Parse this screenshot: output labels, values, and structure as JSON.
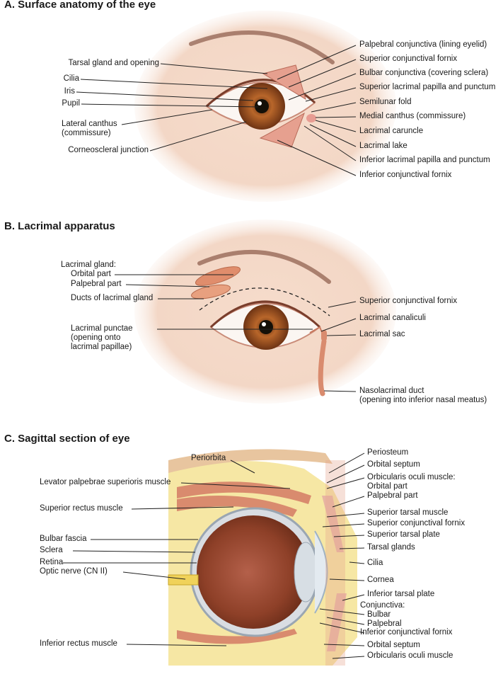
{
  "panels": {
    "a": {
      "title": "A. Surface anatomy of the eye",
      "left_labels": [
        "Tarsal gland and opening",
        "Cilia",
        "Iris",
        "Pupil",
        "Lateral canthus",
        "(commissure)",
        "Corneoscleral junction"
      ],
      "right_labels": [
        "Palpebral conjunctiva (lining eyelid)",
        "Superior conjunctival fornix",
        "Bulbar conjunctiva (covering sclera)",
        "Superior lacrimal papilla and punctum",
        "Semilunar fold",
        "Medial canthus (commissure)",
        "Lacrimal caruncle",
        "Lacrimal lake",
        "Inferior lacrimal papilla and punctum",
        "Inferior conjunctival fornix"
      ]
    },
    "b": {
      "title": "B. Lacrimal apparatus",
      "left_labels": [
        "Lacrimal gland:",
        "Orbital part",
        "Palpebral part",
        "Ducts of lacrimal gland",
        "Lacrimal punctae",
        "(opening onto",
        "lacrimal papillae)"
      ],
      "right_labels": [
        "Superior conjunctival fornix",
        "Lacrimal canaliculi",
        "Lacrimal sac",
        "Nasolacrimal duct",
        "(opening into inferior nasal meatus)"
      ]
    },
    "c": {
      "title": "C. Sagittal section of eye",
      "left_labels": [
        "Periorbita",
        "Levator palpebrae superioris muscle",
        "Superior rectus muscle",
        "Bulbar fascia",
        "Sclera",
        "Retina",
        "Optic nerve (CN II)",
        "Inferior rectus muscle"
      ],
      "right_labels": [
        "Periosteum",
        "Orbital septum",
        "Orbicularis oculi muscle:",
        "Orbital part",
        "Palpebral part",
        "Superior tarsal muscle",
        "Superior conjunctival fornix",
        "Superior tarsal plate",
        "Tarsal glands",
        "Cilia",
        "Cornea",
        "Inferior tarsal plate",
        "Conjunctiva:",
        "Bulbar",
        "Palpebral",
        "Inferior conjunctival fornix",
        "Orbital septum",
        "Orbicularis oculi muscle"
      ]
    }
  },
  "colors": {
    "skin": "#f3d6c4",
    "iris": "#a0521d",
    "muscle": "#d98b6e",
    "fat": "#f6e7a4",
    "globe_interior": "#9a4a2c",
    "leader_line": "#222222"
  }
}
